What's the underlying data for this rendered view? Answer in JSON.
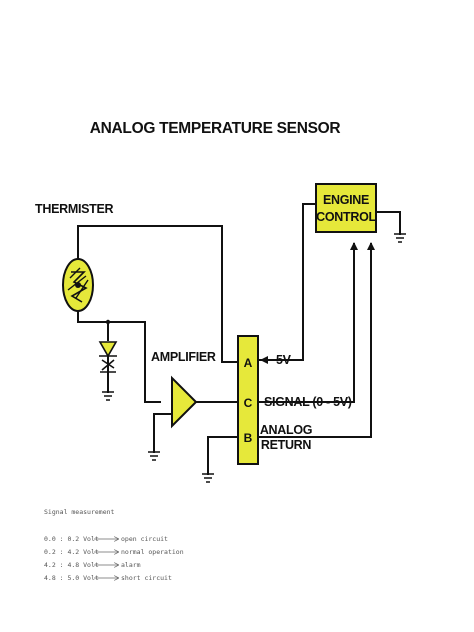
{
  "title": "ANALOG TEMPERATURE SENSOR",
  "labels": {
    "thermister": "THERMISTER",
    "amplifier": "AMPLIFIER",
    "engine_control_line1": "ENGINE",
    "engine_control_line2": "CONTROL",
    "pin_a": "A",
    "pin_b": "B",
    "pin_c": "C",
    "five_volt": "5V",
    "signal": "SIGNAL (0 - 5V)",
    "analog_return_line1": "ANALOG",
    "analog_return_line2": "RETURN"
  },
  "colors": {
    "component_fill": "#e6e83a",
    "wire": "#111111"
  },
  "signal_table": {
    "heading": "Signal measurement",
    "rows": [
      {
        "range": "0.0 : 0.2 Volt",
        "meaning": "open circuit"
      },
      {
        "range": "0.2 : 4.2 Volt",
        "meaning": "normal operation"
      },
      {
        "range": "4.2 : 4.8 Volt",
        "meaning": "alarm"
      },
      {
        "range": "4.8 : 5.0 Volt",
        "meaning": "short circuit"
      }
    ]
  }
}
